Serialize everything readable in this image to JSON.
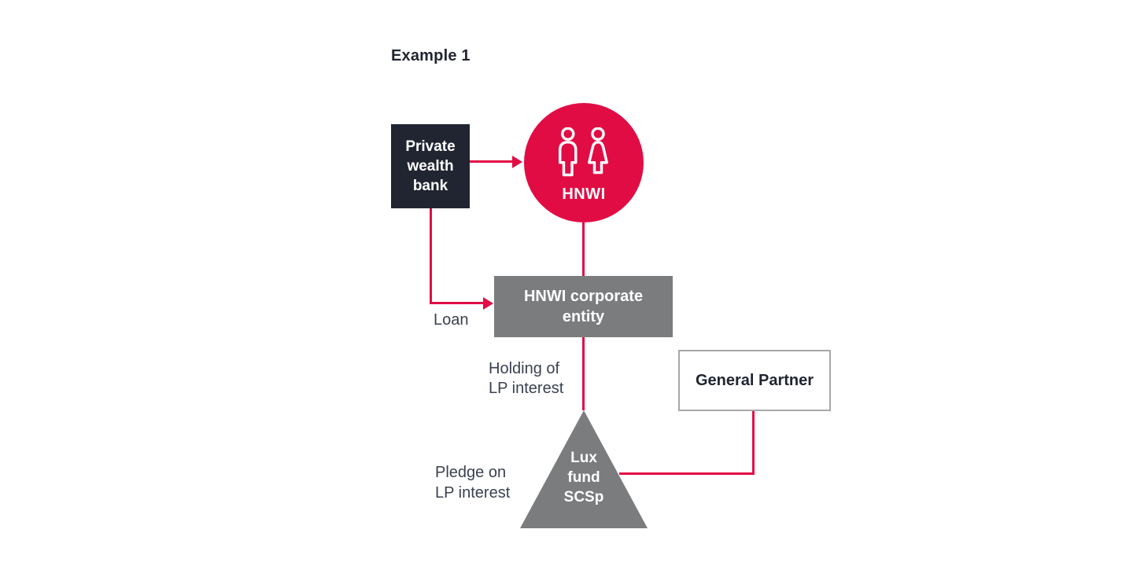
{
  "title": "Example 1",
  "colors": {
    "accent_red": "#e20c45",
    "dark_navy": "#212532",
    "mid_gray": "#7b7c7e",
    "border_gray": "#a6a7a9",
    "label_text": "#3a4150",
    "background": "#ffffff",
    "node_text": "#ffffff"
  },
  "nodes": {
    "private_wealth_bank": {
      "label": "Private\nwealth\nbank"
    },
    "hnwi": {
      "label": "HNWI",
      "icons": [
        "man-icon",
        "woman-icon"
      ]
    },
    "hnwi_corporate_entity": {
      "label": "HNWI corporate\nentity"
    },
    "general_partner": {
      "label": "General Partner"
    },
    "lux_fund_scsp": {
      "label": "Lux\nfund\nSCSp"
    }
  },
  "edge_labels": {
    "loan": "Loan",
    "holding": "Holding of\nLP interest",
    "pledge": "Pledge on\nLP interest"
  }
}
